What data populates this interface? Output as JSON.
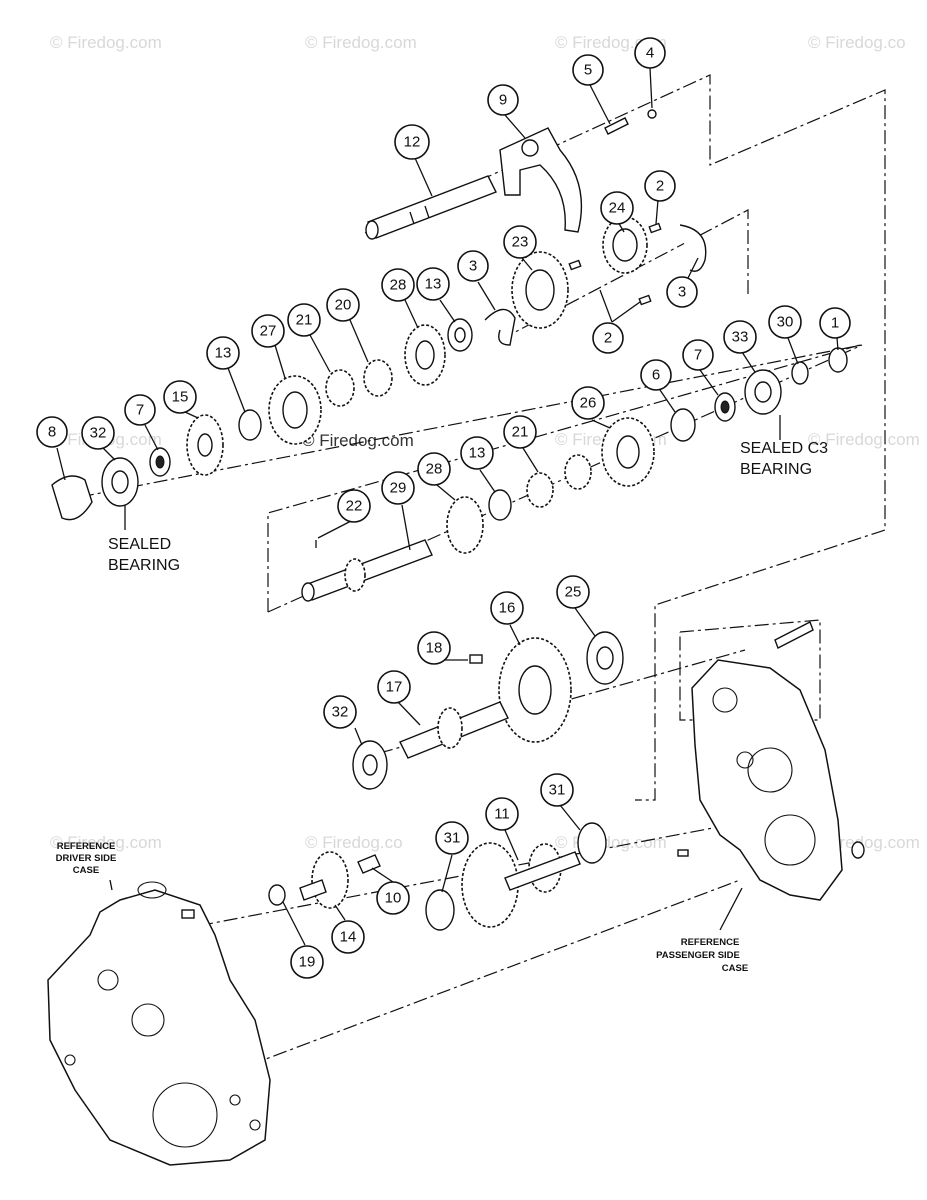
{
  "watermarks": [
    "© Firedog.com",
    "© Firedog.com",
    "© Firedog.com",
    "© Firedog.co",
    "© Firedog.com",
    "© Firedog.com",
    "© Firedog.com",
    "© Firedog.com",
    "© Firedog.co",
    "© Firedog.com",
    "© Firedog.com",
    "© Firedog.com",
    "© Firedog.co"
  ],
  "center_watermark": "© Firedog.com",
  "callouts": {
    "c4": "4",
    "c5": "5",
    "c9": "9",
    "c12": "12",
    "c2a": "2",
    "c24": "24",
    "c23": "23",
    "c3a": "3",
    "c3b": "3",
    "c2b": "2",
    "c13a": "13",
    "c28a": "28",
    "c20": "20",
    "c21a": "21",
    "c27": "27",
    "c13b": "13",
    "c15": "15",
    "c7a": "7",
    "c32a": "32",
    "c8": "8",
    "c1": "1",
    "c30": "30",
    "c33": "33",
    "c7b": "7",
    "c6": "6",
    "c26": "26",
    "c21b": "21",
    "c13c": "13",
    "c28b": "28",
    "c29": "29",
    "c22": "22",
    "c25": "25",
    "c16": "16",
    "c18": "18",
    "c17": "17",
    "c32b": "32",
    "c31a": "31",
    "c11": "11",
    "c31b": "31",
    "c10": "10",
    "c14": "14",
    "c19": "19"
  },
  "labels": {
    "sealed_c3_line1": "SEALED C3",
    "sealed_c3_line2": "BEARING",
    "sealed_line1": "SEALED",
    "sealed_line2": "BEARING",
    "ref_driver_line1": "REFERENCE",
    "ref_driver_line2": "DRIVER SIDE",
    "ref_driver_line3": "CASE",
    "ref_pass_line1": "REFERENCE",
    "ref_pass_line2": "PASSENGER SIDE",
    "ref_pass_line3": "CASE"
  }
}
